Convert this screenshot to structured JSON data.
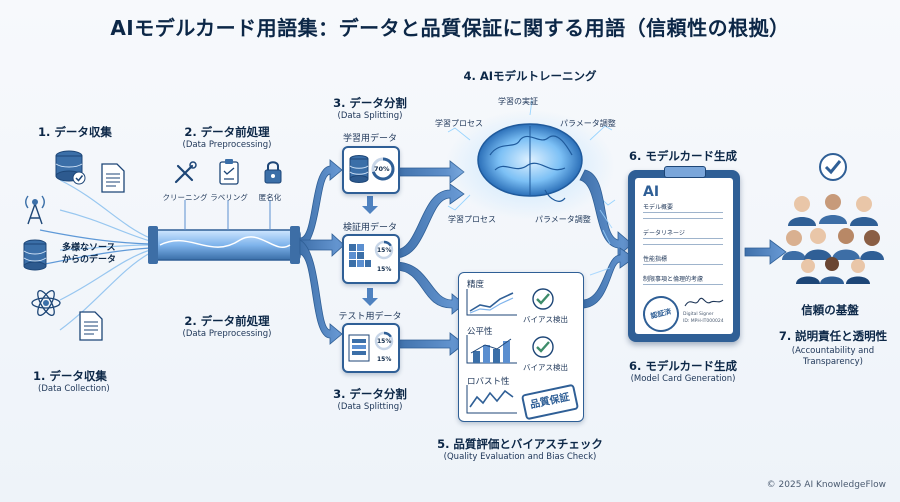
{
  "title": "AIモデルカード用語集：データと品質保証に関する用語（信頼性の根拠）",
  "steps": {
    "collect_top": "1. データ収集",
    "collect_bottom": "1. データ収集",
    "collect_en": "(Data Collection)",
    "sources": "多様なソース\nからのデータ",
    "pre_top": "2. データ前処理",
    "pre_top_en": "(Data Preprocessing)",
    "pre_bottom": "2. データ前処理",
    "pre_bottom_en": "(Data Preprocessing)",
    "pre_tools": [
      "クリーニング",
      "ラベリング",
      "匿名化"
    ],
    "split_top": "3. データ分割",
    "split_top_en": "(Data Splitting)",
    "split_bottom": "3. データ分割",
    "split_bottom_en": "(Data Splitting)",
    "train_data": "学習用データ",
    "val_data": "検証用データ",
    "test_data": "テスト用データ",
    "pct_train": "70%",
    "pct_val_a": "15%",
    "pct_val_b": "15%",
    "pct_test_a": "15%",
    "pct_test_b": "15%",
    "training": "4. AIモデルトレーニング",
    "brain_labels": [
      "学習の実証",
      "学習プロセス",
      "パラメータ調整",
      "学習プロセス",
      "パラメータ調整"
    ],
    "quality": "5. 品質評価とバイアスチェック",
    "quality_en": "(Quality Evaluation and Bias Check)",
    "metrics": [
      "精度",
      "公平性",
      "ロバスト性"
    ],
    "bias_check": [
      "バイアス検出",
      "バイアス検出"
    ],
    "stamp": "品質保証",
    "card_top": "6. モデルカード生成",
    "card_bottom": "6. モデルカード生成",
    "card_en": "(Model Card Generation)",
    "card_ai": "AI",
    "card_lines": [
      "モデル概要",
      "データリネージ",
      "性能指標",
      "制限事項と倫理的考慮"
    ],
    "card_stamp": "認証済",
    "card_sign_label": "Digital Signer",
    "card_sign_code": "ID: MPH-IT000024",
    "trust_label": "信頼の基盤",
    "trust_title": "7. 説明責任と透明性",
    "trust_en_1": "(Accountability and",
    "trust_en_2": "Transparency)"
  },
  "colors": {
    "navy": "#0c2747",
    "blue": "#2f5f96",
    "light_blue": "#5b8fd0",
    "glow": "#7fc4ff",
    "check_green": "#3e8c6a"
  },
  "footer": "© 2025 AI KnowledgeFlow"
}
